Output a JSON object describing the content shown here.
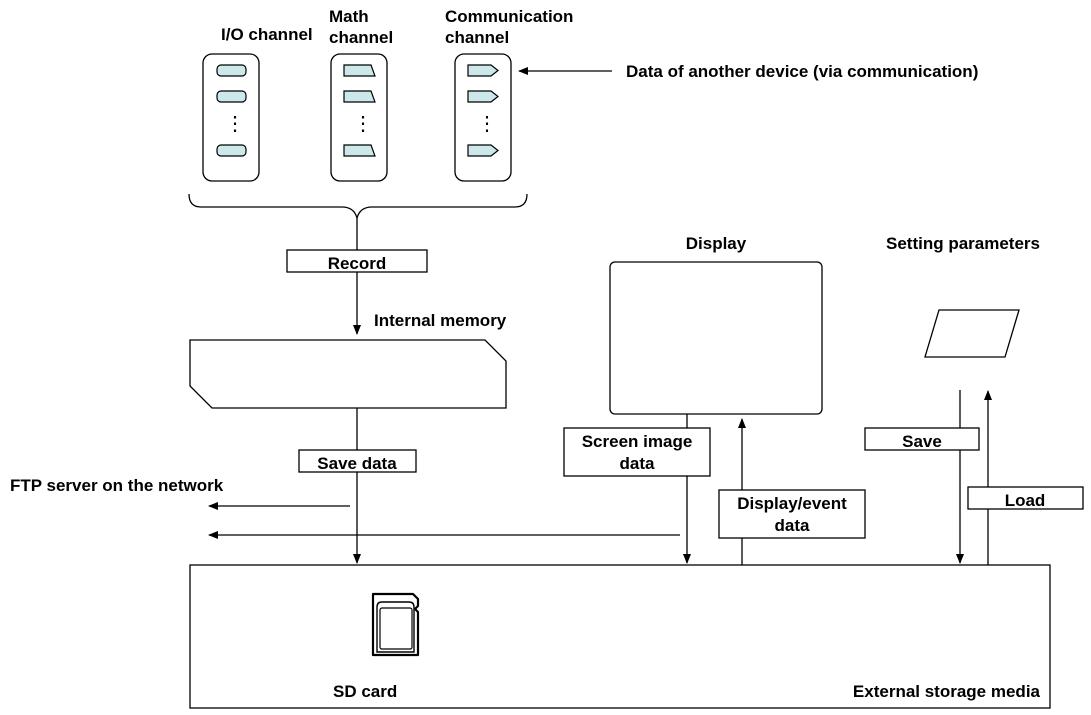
{
  "channels": {
    "io": {
      "title": "I/O channel"
    },
    "math": {
      "title_line1": "Math",
      "title_line2": "channel"
    },
    "comm": {
      "title_line1": "Communication",
      "title_line2": "channel"
    },
    "vdots": "⋮"
  },
  "labels": {
    "another_device": "Data of another device (via communication)",
    "record": "Record",
    "internal_memory": "Internal memory",
    "save_data": "Save data",
    "ftp_server": "FTP server on the network",
    "display": "Display",
    "screen_image_line1": "Screen image",
    "screen_image_line2": "data",
    "display_event_line1": "Display/event",
    "display_event_line2": "data",
    "setting_parameters": "Setting parameters",
    "save": "Save",
    "load": "Load",
    "sd_card": "SD card",
    "external_storage": "External storage media"
  },
  "colors": {
    "slot_fill": "#cde8ea",
    "line": "#000000"
  }
}
